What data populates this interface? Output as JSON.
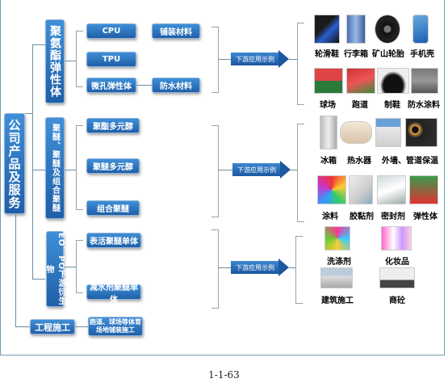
{
  "root": "公司产品及服务",
  "categories": {
    "pu": "聚氨酯弹性体",
    "polyol": "聚醚、聚醚及组合聚醚",
    "eo": "EO、PO下游衍生物",
    "engineering": "工程施工"
  },
  "subs": {
    "cpu": "CPU",
    "tpu": "TPU",
    "micro": "微孔弹性体",
    "paving": "铺装材料",
    "waterproof": "防水材料",
    "polyester_polyol": "聚酯多元醇",
    "polyether_polyol": "聚醚多元醇",
    "combined": "组合聚醚",
    "surfactant": "表活聚醚单体",
    "reducer": "减水剂聚醚单体",
    "engineering_detail": "跑道、球场等体育场地铺装施工"
  },
  "arrow_label": "下游应用示例",
  "group1_labels": [
    "轮滑鞋",
    "行李箱",
    "矿山轮胎",
    "手机壳",
    "球场",
    "跑道",
    "制鞋",
    "防水涂料"
  ],
  "group2_labels": [
    "冰箱",
    "热水器",
    "外墙、管道保温",
    "涂料",
    "胶黏剂",
    "密封剂",
    "弹性体"
  ],
  "group3_labels": [
    "洗涤剂",
    "化妆品",
    "建筑施工",
    "商砼"
  ],
  "caption": "1-1-63"
}
